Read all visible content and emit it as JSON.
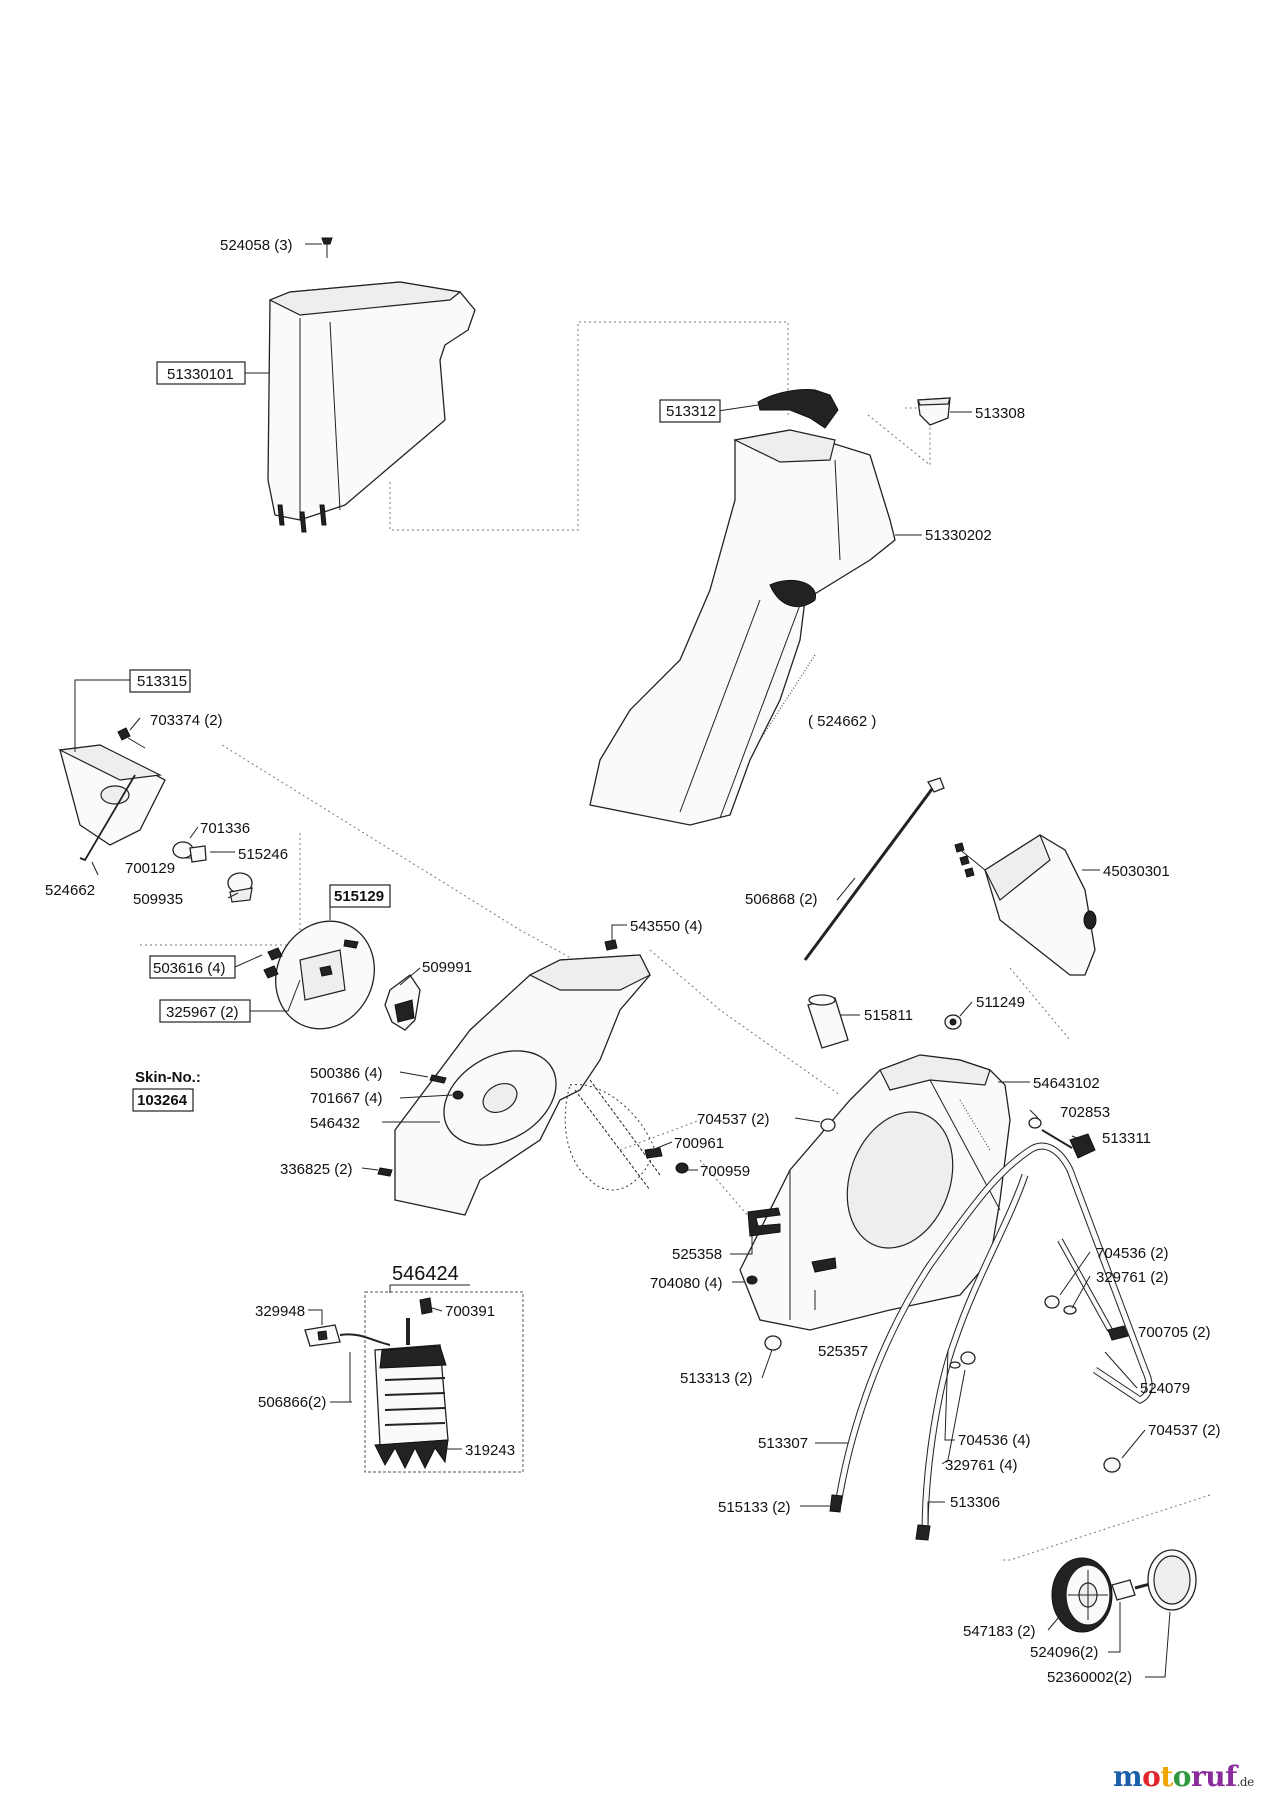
{
  "labels": {
    "p524058": "524058 (3)",
    "p51330101": "51330101",
    "p513312": "513312",
    "p513308": "513308",
    "p51330202": "51330202",
    "p524662a": "( 524662 )",
    "p513315": "513315",
    "p703374": "703374 (2)",
    "p701336": "701336",
    "p515246": "515246",
    "p700129": "700129",
    "p524662b": "524662",
    "p509935": "509935",
    "p515129": "515129",
    "p503616": "503616 (4)",
    "p509991": "509991",
    "p325967": "325967 (2)",
    "p543550": "543550 (4)",
    "p506868": "506868 (2)",
    "p45030301": "45030301",
    "p515811": "515811",
    "p511249": "511249",
    "p500386": "500386 (4)",
    "p701667": "701667 (4)",
    "p546432": "546432",
    "p54643102": "54643102",
    "p704537a": "704537 (2)",
    "p702853": "702853",
    "p513311": "513311",
    "p700961": "700961",
    "p700959": "700959",
    "p336825": "336825 (2)",
    "p525358": "525358",
    "p704536a": "704536 (2)",
    "p329761a": "329761 (2)",
    "p704080": "704080 (4)",
    "p546424": "546424",
    "p329948": "329948",
    "p700391": "700391",
    "p700705": "700705 (2)",
    "p525357": "525357",
    "p513313": "513313 (2)",
    "p524079": "524079",
    "p506866": "506866(2)",
    "p319243": "319243",
    "p513307": "513307",
    "p704536b": "704536 (4)",
    "p704537b": "704537 (2)",
    "p329761b": "329761 (4)",
    "p515133": "515133 (2)",
    "p513306": "513306",
    "p547183": "547183 (2)",
    "p524096": "524096(2)",
    "p52360002": "52360002(2)"
  },
  "skin": {
    "title": "Skin-No.:",
    "number": "103264"
  },
  "logo": {
    "m1": "m",
    "m2": "o",
    "m3": "t",
    "m4": "o",
    "m5": "ruf",
    "de": ".de"
  }
}
